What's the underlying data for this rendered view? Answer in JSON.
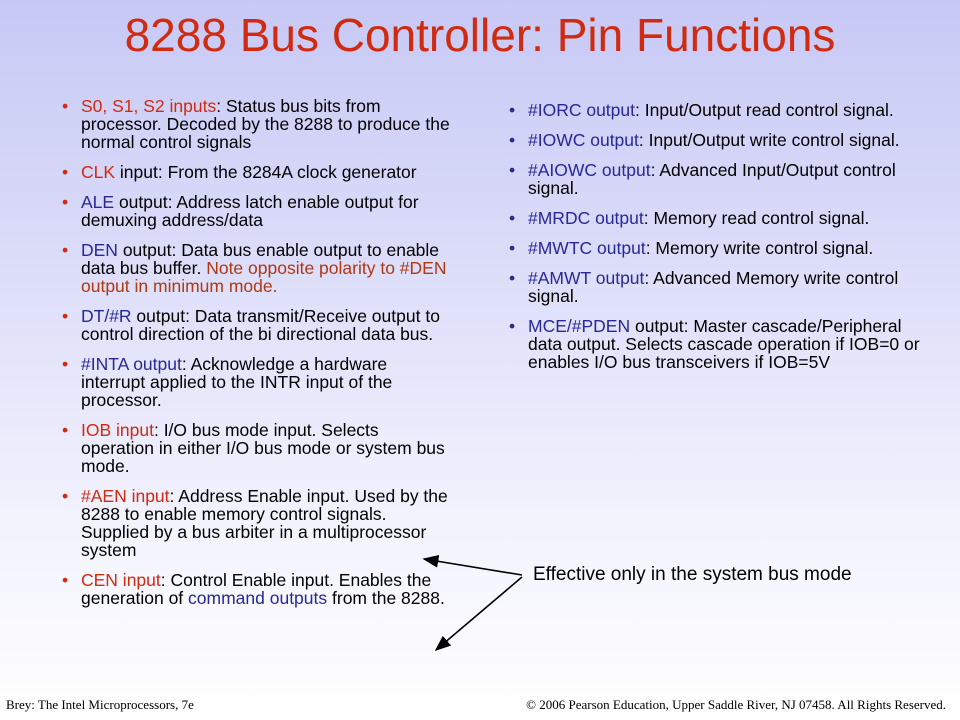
{
  "title": "8288 Bus Controller: Pin Functions",
  "left_items": [
    {
      "label": "S0, S1, S2 inputs",
      "text": ": Status bus bits from processor. Decoded by the 8288 to produce the normal control signals"
    },
    {
      "label": "CLK",
      "text": " input: From the 8284A clock generator"
    },
    {
      "label": "ALE",
      "text": " output: Address latch enable output for demuxing address/data"
    },
    {
      "label": "DEN",
      "text": " output: Data bus enable output to enable data bus buffer. ",
      "note": "Note opposite polarity to #DEN output in minimum mode."
    },
    {
      "label": "DT/#R",
      "text": " output: Data transmit/Receive output to control direction of the bi directional data bus."
    },
    {
      "label": "#INTA output",
      "text": ": Acknowledge a hardware interrupt applied to the INTR input of the processor."
    },
    {
      "label": "IOB input",
      "text": ": I/O bus mode input. Selects operation in either I/O bus mode or system bus mode."
    },
    {
      "label": "#AEN input",
      "text": ": Address Enable input. Used by the 8288 to enable memory control signals. Supplied by a bus arbiter in a multiprocessor system"
    },
    {
      "label": "CEN input",
      "text": ": Control Enable input. Enables the generation of ",
      "blue1": "command outputs",
      "text2": " from the 8288."
    }
  ],
  "right_items": [
    {
      "label": "#IORC output",
      "text": ": Input/Output read control signal."
    },
    {
      "label": "#IOWC output",
      "text": ": Input/Output write control signal."
    },
    {
      "label": "#AIOWC output",
      "text": ": Advanced Input/Output control signal."
    },
    {
      "label": "#MRDC output",
      "text": ": Memory read control signal."
    },
    {
      "label": "#MWTC output",
      "text": ": Memory write control signal."
    },
    {
      "label": "#AMWT output",
      "text": ": Advanced Memory write control signal."
    },
    {
      "label": "MCE/#PDEN",
      "text": " output: Master cascade/Peripheral data output. Selects cascade operation if IOB=0 or enables I/O bus transceivers if IOB=5V"
    }
  ],
  "note": "Effective only in the system bus mode",
  "footer": {
    "left": "Brey: The Intel Microprocessors, 7e",
    "right": "© 2006 Pearson Education, Upper Saddle River, NJ 07458. All Rights Reserved."
  },
  "colors": {
    "title": "#d02a10",
    "label_red": "#d02a10",
    "label_blue": "#27289a",
    "note_brown": "#b03810"
  }
}
